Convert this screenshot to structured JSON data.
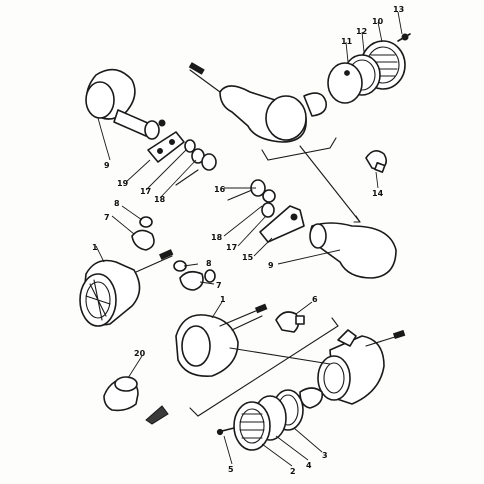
{
  "callouts": [
    {
      "id": "c1",
      "text": "13"
    },
    {
      "id": "c2",
      "text": "10"
    },
    {
      "id": "c3",
      "text": "12"
    },
    {
      "id": "c4",
      "text": "11"
    },
    {
      "id": "c5",
      "text": "9"
    },
    {
      "id": "c6",
      "text": "19"
    },
    {
      "id": "c7",
      "text": "17"
    },
    {
      "id": "c8",
      "text": "18"
    },
    {
      "id": "c9",
      "text": "16"
    },
    {
      "id": "c10",
      "text": "14"
    },
    {
      "id": "c11",
      "text": "8"
    },
    {
      "id": "c12",
      "text": "7"
    },
    {
      "id": "c13",
      "text": "18"
    },
    {
      "id": "c14",
      "text": "17"
    },
    {
      "id": "c15",
      "text": "15"
    },
    {
      "id": "c16",
      "text": "9"
    },
    {
      "id": "c17",
      "text": "1"
    },
    {
      "id": "c18",
      "text": "8"
    },
    {
      "id": "c19",
      "text": "7"
    },
    {
      "id": "c20",
      "text": "1"
    },
    {
      "id": "c21",
      "text": "6"
    },
    {
      "id": "c22",
      "text": "20"
    },
    {
      "id": "c23",
      "text": "5"
    },
    {
      "id": "c24",
      "text": "2"
    },
    {
      "id": "c25",
      "text": "4"
    },
    {
      "id": "c26",
      "text": "3"
    }
  ]
}
